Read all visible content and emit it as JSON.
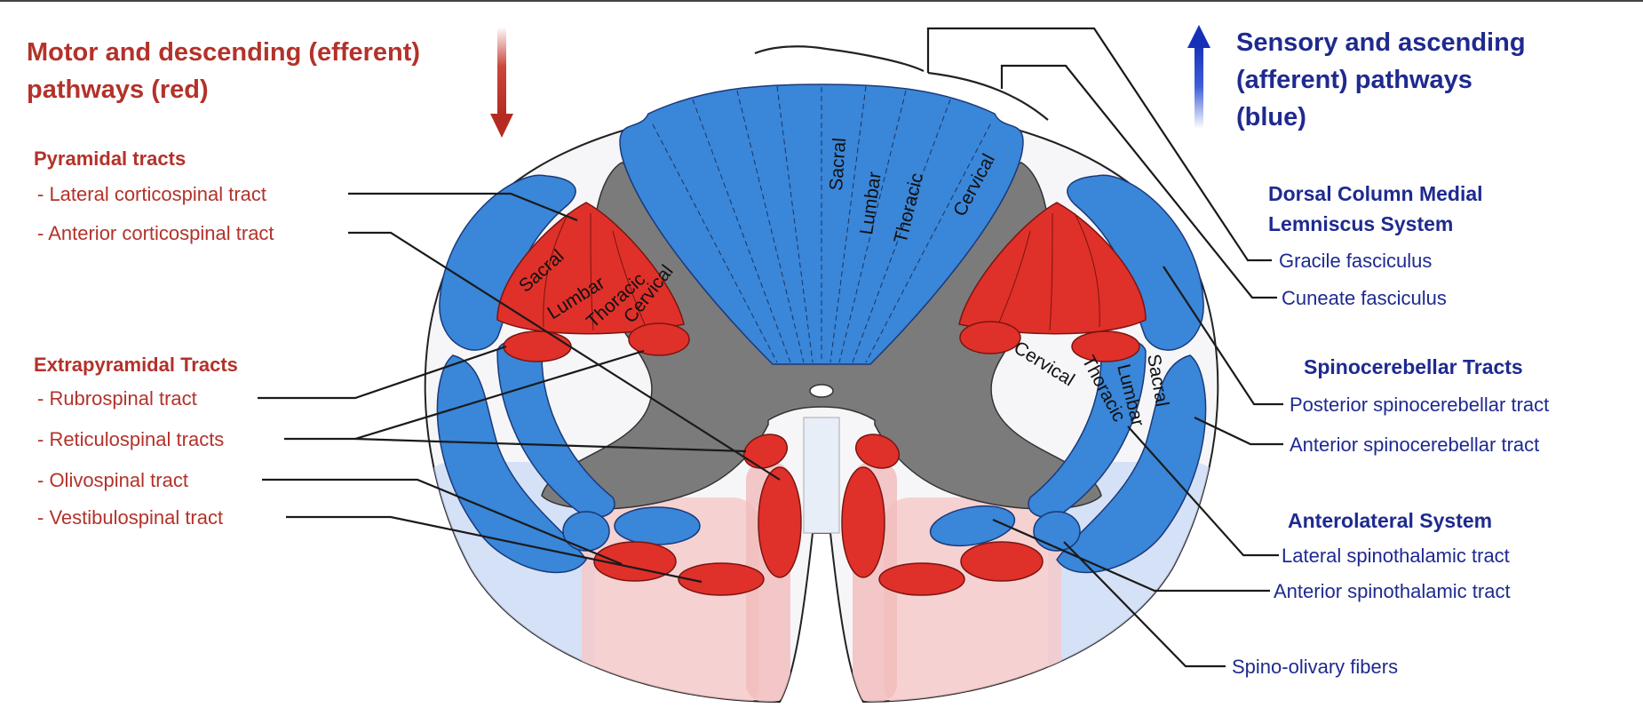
{
  "colors": {
    "motor": "#e0302a",
    "sensory": "#3a86d8",
    "gray_matter": "#7b7b7b",
    "motor_text": "#b3322a",
    "sensory_text": "#1e2a8f"
  },
  "header": {
    "motor_title_line1": "Motor and descending (efferent)",
    "motor_title_line2": "pathways   (red)",
    "sensory_title_line1": "Sensory and ascending",
    "sensory_title_line2": "(afferent) pathways",
    "sensory_title_line3": "(blue)"
  },
  "left_groups": {
    "pyramidal": {
      "heading": "Pyramidal tracts",
      "items": [
        "- Lateral corticospinal tract",
        "- Anterior corticospinal tract"
      ]
    },
    "extrapyramidal": {
      "heading": "Extrapyramidal Tracts",
      "items": [
        "- Rubrospinal tract",
        "- Reticulospinal tracts",
        "- Olivospinal tract",
        "- Vestibulospinal tract"
      ]
    }
  },
  "right_groups": {
    "dorsal": {
      "heading_line1": "Dorsal Column Medial",
      "heading_line2": "Lemniscus System",
      "items": [
        "Gracile fasciculus",
        "Cuneate fasciculus"
      ]
    },
    "spinocerebellar": {
      "heading": "Spinocerebellar Tracts",
      "items": [
        "Posterior spinocerebellar tract",
        "Anterior spinocerebellar tract"
      ]
    },
    "anterolateral": {
      "heading": "Anterolateral System",
      "items": [
        "Lateral spinothalamic tract",
        "Anterior spinothalamic tract"
      ]
    },
    "other": {
      "items": [
        "Spino-olivary fibers"
      ]
    }
  },
  "segments": {
    "dorsal": [
      "Sacral",
      "Lumbar",
      "Thoracic",
      "Cervical"
    ],
    "left_corticospinal": [
      "Sacral",
      "Lumbar",
      "Thoracic",
      "Cervical"
    ],
    "right_spinothalamic": [
      "Cervical",
      "Thoracic",
      "Lumbar",
      "Sacral"
    ]
  }
}
